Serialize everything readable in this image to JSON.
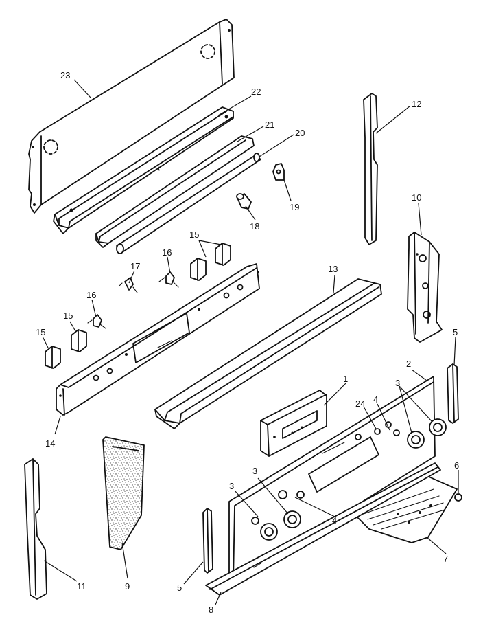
{
  "callouts": [
    {
      "id": "c23",
      "text": "23"
    },
    {
      "id": "c22",
      "text": "22"
    },
    {
      "id": "c21",
      "text": "21"
    },
    {
      "id": "c20",
      "text": "20"
    },
    {
      "id": "c19",
      "text": "19"
    },
    {
      "id": "c18",
      "text": "18"
    },
    {
      "id": "c12",
      "text": "12"
    },
    {
      "id": "c10",
      "text": "10"
    },
    {
      "id": "c15a",
      "text": "15"
    },
    {
      "id": "c17",
      "text": "17"
    },
    {
      "id": "c16a",
      "text": "16"
    },
    {
      "id": "c16b",
      "text": "16"
    },
    {
      "id": "c15b",
      "text": "15"
    },
    {
      "id": "c15c",
      "text": "15"
    },
    {
      "id": "c13",
      "text": "13"
    },
    {
      "id": "c5a",
      "text": "5"
    },
    {
      "id": "c2",
      "text": "2"
    },
    {
      "id": "c1",
      "text": "1"
    },
    {
      "id": "c24",
      "text": "24"
    },
    {
      "id": "c4a",
      "text": "4"
    },
    {
      "id": "c3a",
      "text": "3"
    },
    {
      "id": "c14",
      "text": "14"
    },
    {
      "id": "c6",
      "text": "6"
    },
    {
      "id": "c3b",
      "text": "3"
    },
    {
      "id": "c3c",
      "text": "3"
    },
    {
      "id": "c4b",
      "text": "4"
    },
    {
      "id": "c7",
      "text": "7"
    },
    {
      "id": "c11",
      "text": "11"
    },
    {
      "id": "c9",
      "text": "9"
    },
    {
      "id": "c5b",
      "text": "5"
    },
    {
      "id": "c8",
      "text": "8"
    }
  ]
}
